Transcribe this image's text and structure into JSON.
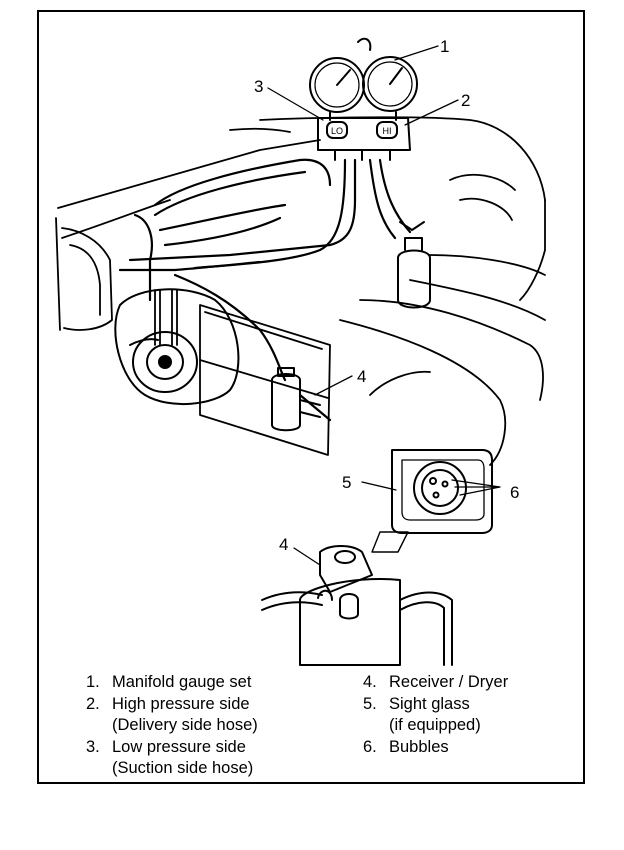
{
  "callouts": {
    "c1": "1",
    "c2": "2",
    "c3": "3",
    "c4a": "4",
    "c4b": "4",
    "c5": "5",
    "c6": "6"
  },
  "gauge_labels": {
    "lo": "LO",
    "hi": "HI"
  },
  "legend": {
    "left": [
      {
        "num": "1.",
        "text": "Manifold gauge set"
      },
      {
        "num": "2.",
        "text": "High pressure side"
      },
      {
        "num": "",
        "text": "(Delivery side hose)"
      },
      {
        "num": "3.",
        "text": "Low pressure side"
      },
      {
        "num": "",
        "text": "(Suction side hose)"
      }
    ],
    "right": [
      {
        "num": "4.",
        "text": "Receiver / Dryer"
      },
      {
        "num": "5.",
        "text": "Sight glass"
      },
      {
        "num": "",
        "text": "(if equipped)"
      },
      {
        "num": "6.",
        "text": "Bubbles"
      }
    ]
  }
}
